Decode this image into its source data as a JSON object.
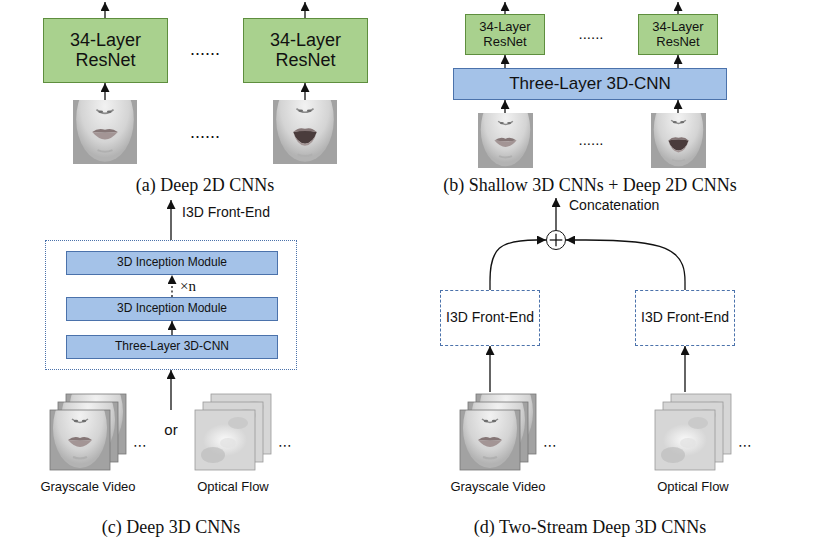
{
  "diagram": {
    "nodes": [
      {
        "text": [
          "34-Layer ResNet"
        ]
      },
      {
        "text": [
          "34-Layer ResNet"
        ]
      },
      {
        "text": [
          "34-Layer ResNet"
        ]
      },
      {
        "text": [
          "34-Layer ResNet"
        ]
      },
      {
        "text": [
          "Three-Layer 3D-CNN"
        ]
      },
      {
        "text": [
          "I3D Front-End"
        ]
      },
      {
        "text": [
          "3D Inception Module"
        ],
        "in": 5
      },
      {
        "text": [
          "3D Inception Module"
        ],
        "in": 5
      },
      {
        "text": [
          "Three-Layer 3D-CNN"
        ],
        "in": 5
      },
      {
        "text": [
          "Concatenation"
        ]
      },
      {
        "text": [
          "I3D Front-End"
        ]
      },
      {
        "text": [
          "I3D Front-End"
        ]
      }
    ],
    "edges": [
      {
        "from": 4,
        "to": 2,
        "arrow": "to"
      },
      {
        "from": 4,
        "to": 3,
        "arrow": "to"
      },
      {
        "from": 8,
        "to": 7,
        "arrow": "to"
      },
      {
        "from": 7,
        "to": 6,
        "arrow": "to",
        "label": "×n"
      },
      {
        "from": 10,
        "to": 9,
        "arrow": "to"
      },
      {
        "from": 11,
        "to": 9,
        "arrow": "to"
      }
    ],
    "labels": [
      "......",
      "......",
      "(a) Deep 2D CNNs",
      "......",
      "......",
      "(b) Shallow 3D CNNs + Deep 2D CNNs",
      "⋯",
      "or",
      "⋯",
      "Grayscale Video",
      "Optical Flow",
      "(c) Deep 3D CNNs",
      "⋯",
      "⋯",
      "Grayscale Video",
      "Optical Flow",
      "(d) Two-Stream Deep 3D CNNs"
    ]
  }
}
